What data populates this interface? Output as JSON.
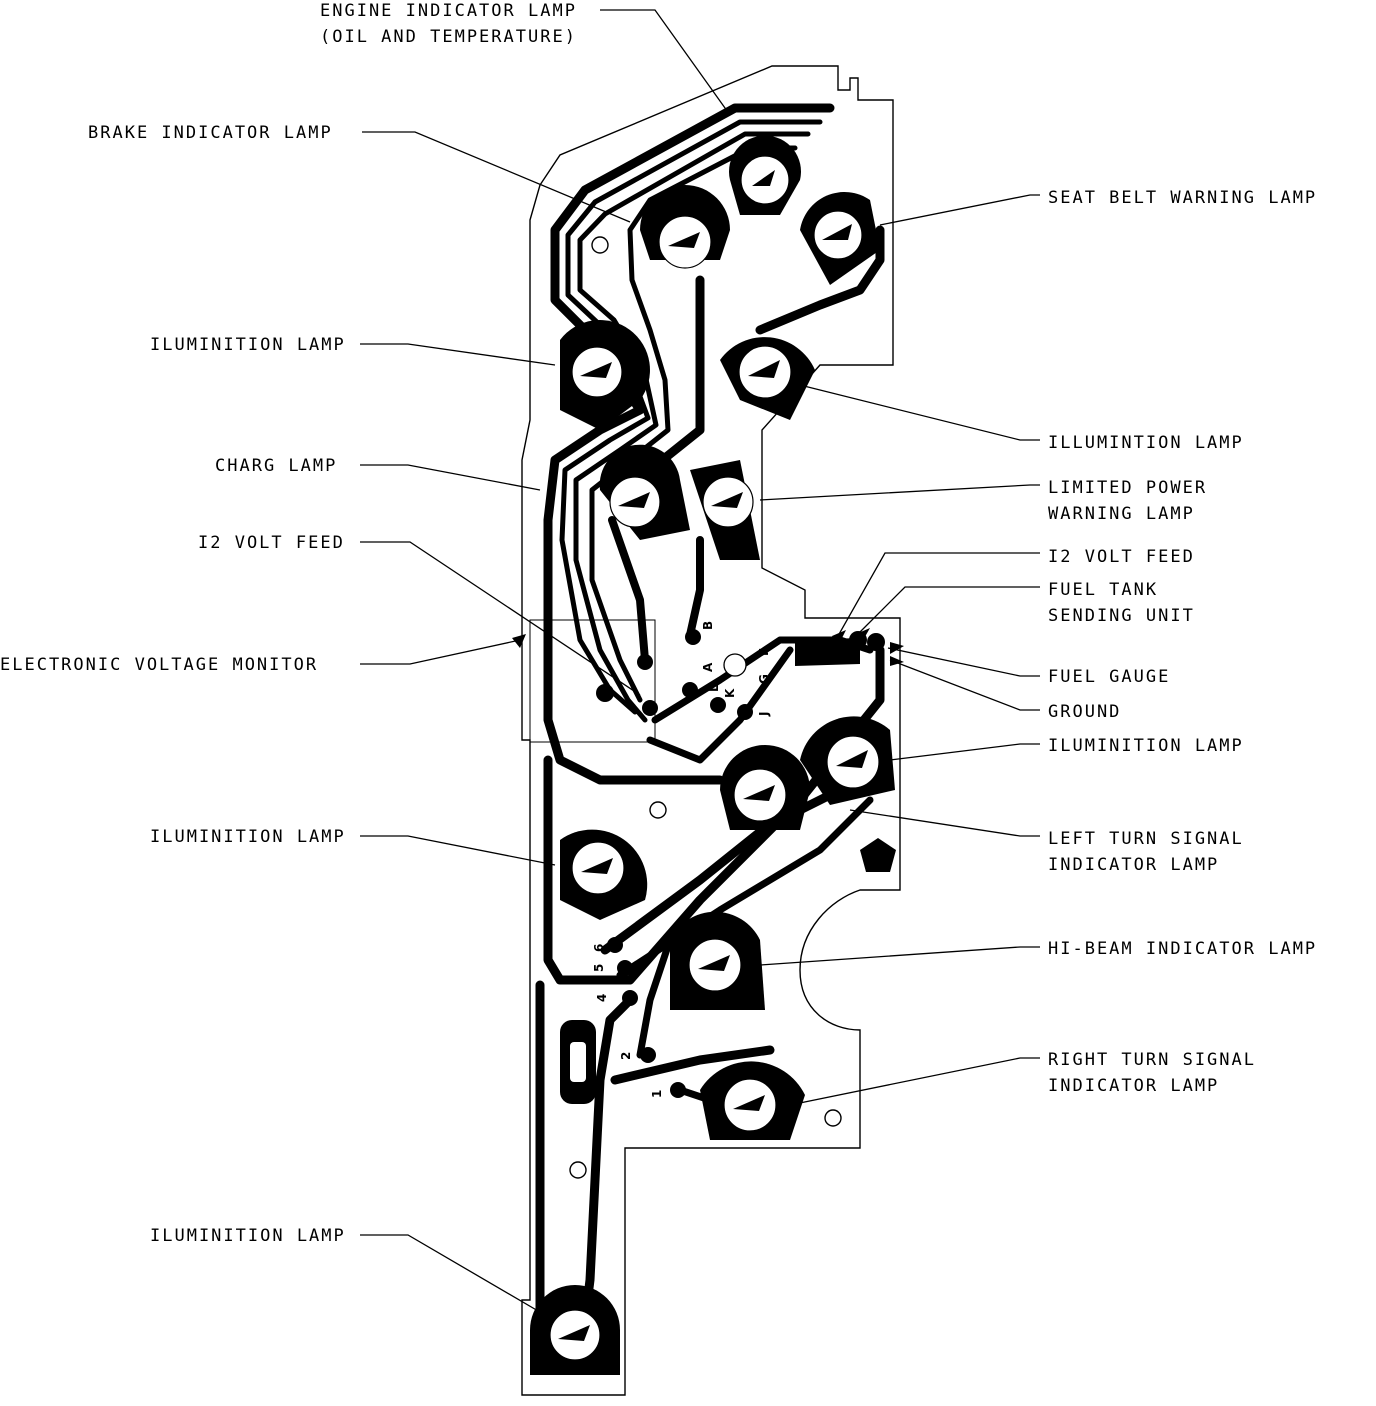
{
  "labels": {
    "engine_indicator_lamp_1": "ENGINE INDICATOR LAMP",
    "engine_indicator_lamp_2": "(OIL AND TEMPERATURE)",
    "brake_indicator_lamp": "BRAKE INDICATOR LAMP",
    "seat_belt_warning_lamp": "SEAT BELT WARNING LAMP",
    "ilumination_lamp_upper_left": "ILUMINITION LAMP",
    "illumination_lamp_right": "ILLUMINTION LAMP",
    "charg_lamp": "CHARG LAMP",
    "limited_power_warning_lamp_1": "LIMITED POWER",
    "limited_power_warning_lamp_2": "WARNING LAMP",
    "volt_feed_left": "I2 VOLT FEED",
    "volt_feed_right": "I2 VOLT FEED",
    "fuel_tank_sending_unit_1": "FUEL TANK",
    "fuel_tank_sending_unit_2": "SENDING UNIT",
    "electronic_voltage_monitor": "ELECTRONIC VOLTAGE MONITOR",
    "fuel_gauge": "FUEL GAUGE",
    "ground": "GROUND",
    "ilumination_lamp_mid_right": "ILUMINITION LAMP",
    "ilumination_lamp_lower_left": "ILUMINITION LAMP",
    "left_turn_signal_1": "LEFT TURN SIGNAL",
    "left_turn_signal_2": "INDICATOR LAMP",
    "hi_beam_indicator_lamp": "HI-BEAM INDICATOR LAMP",
    "right_turn_signal_1": "RIGHT TURN SIGNAL",
    "right_turn_signal_2": "INDICATOR LAMP",
    "ilumination_lamp_bottom": "ILUMINITION LAMP"
  },
  "pins": {
    "b": "B",
    "a": "A",
    "l": "L",
    "k": "K",
    "j": "J",
    "g": "G",
    "f": "F",
    "p6": "6",
    "p5": "5",
    "p4": "4",
    "p2": "2",
    "p1": "1"
  }
}
